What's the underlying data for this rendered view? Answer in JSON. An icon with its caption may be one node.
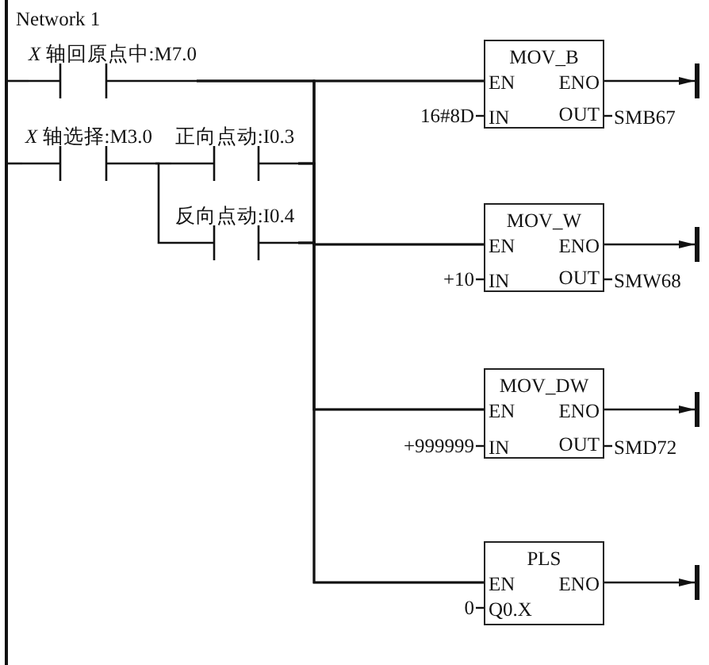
{
  "diagram": {
    "nodes": [
      {
        "text": [],
        "shape": "bar"
      },
      {
        "text": [
          "*X* 轴回原点中:M7.0"
        ]
      },
      {
        "text": [
          "*X* 轴选择:M3.0"
        ]
      },
      {
        "text": [
          "正向点动:I0.3"
        ]
      },
      {
        "text": [
          "反向点动:I0.4"
        ]
      },
      {
        "text": [
          "MOV_B",
          "EN",
          "ENO",
          "IN",
          "OUT"
        ],
        "beside": [
          "16#8D",
          "SMB67"
        ]
      },
      {
        "text": [
          "MOV_W",
          "EN",
          "ENO",
          "IN",
          "OUT"
        ],
        "beside": [
          "+10",
          "SMW68"
        ]
      },
      {
        "text": [
          "MOV_DW",
          "EN",
          "ENO",
          "IN",
          "OUT"
        ],
        "beside": [
          "+999999",
          "SMD72"
        ]
      },
      {
        "text": [
          "PLS",
          "EN",
          "ENO",
          "Q0.X"
        ],
        "beside": [
          "0"
        ]
      },
      {
        "text": [],
        "shape": "bar"
      },
      {
        "text": [],
        "shape": "bar"
      },
      {
        "text": [],
        "shape": "bar"
      },
      {
        "text": [],
        "shape": "bar"
      }
    ],
    "edges": [
      {
        "from": 0,
        "to": 1,
        "arrow": "none"
      },
      {
        "from": 0,
        "to": 2,
        "arrow": "none"
      },
      {
        "from": 2,
        "to": 3,
        "arrow": "none"
      },
      {
        "from": 2,
        "to": 4,
        "arrow": "none"
      },
      {
        "from": 1,
        "to": 5,
        "arrow": "none"
      },
      {
        "from": 1,
        "to": 6,
        "arrow": "none"
      },
      {
        "from": 1,
        "to": 7,
        "arrow": "none"
      },
      {
        "from": 1,
        "to": 8,
        "arrow": "none"
      },
      {
        "from": 3,
        "to": 5,
        "arrow": "none"
      },
      {
        "from": 3,
        "to": 6,
        "arrow": "none"
      },
      {
        "from": 3,
        "to": 7,
        "arrow": "none"
      },
      {
        "from": 3,
        "to": 8,
        "arrow": "none"
      },
      {
        "from": 4,
        "to": 5,
        "arrow": "none"
      },
      {
        "from": 4,
        "to": 6,
        "arrow": "none"
      },
      {
        "from": 4,
        "to": 7,
        "arrow": "none"
      },
      {
        "from": 4,
        "to": 8,
        "arrow": "none"
      },
      {
        "from": 5,
        "to": 9,
        "arrow": "to"
      },
      {
        "from": 6,
        "to": 10,
        "arrow": "to"
      },
      {
        "from": 7,
        "to": 11,
        "arrow": "to"
      },
      {
        "from": 8,
        "to": 12,
        "arrow": "to"
      }
    ],
    "labels": [
      "Network 1"
    ]
  }
}
